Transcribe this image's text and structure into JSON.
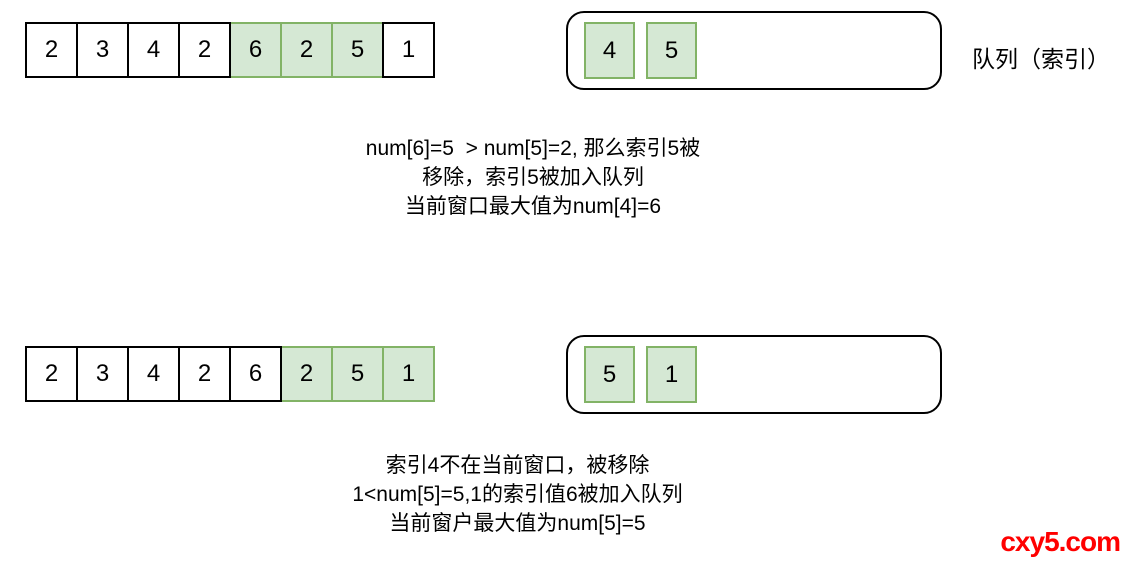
{
  "colors": {
    "highlight_fill": "#d5e8d4",
    "highlight_stroke": "#82b366",
    "cell_stroke": "#000000",
    "watermark": "#ff0000"
  },
  "rows": [
    {
      "array": {
        "values": [
          2,
          3,
          4,
          2,
          6,
          2,
          5,
          1
        ],
        "highlighted": [
          4,
          5,
          6
        ]
      },
      "queue": {
        "values": [
          4,
          5
        ],
        "label": "队列（索引）"
      },
      "caption": [
        "num[6]=5  > num[5]=2, 那么索引5被",
        "移除，索引5被加入队列",
        "当前窗口最大值为num[4]=6"
      ]
    },
    {
      "array": {
        "values": [
          2,
          3,
          4,
          2,
          6,
          2,
          5,
          1
        ],
        "highlighted": [
          5,
          6,
          7
        ]
      },
      "queue": {
        "values": [
          5,
          1
        ]
      },
      "caption": [
        "索引4不在当前窗口，被移除",
        "1<num[5]=5,1的索引值6被加入队列",
        "当前窗户最大值为num[5]=5"
      ]
    }
  ],
  "watermark": "cxy5.com"
}
